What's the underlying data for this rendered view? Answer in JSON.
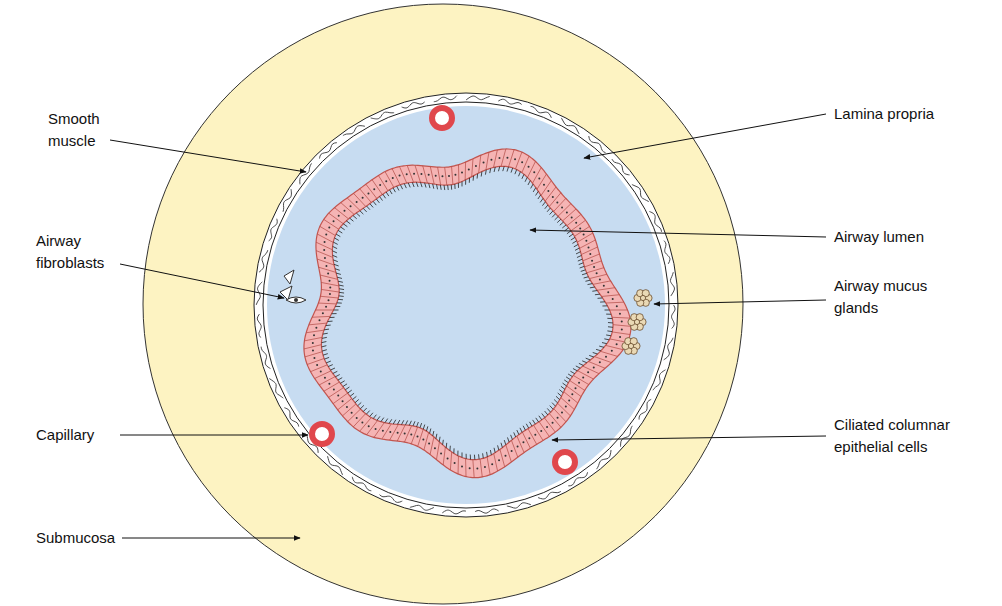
{
  "diagram": {
    "labels": [
      "Smooth muscle",
      "Lamina propria",
      "Airway lumen",
      "Airway fibroblasts",
      "Airway mucus glands",
      "Capillary",
      "Ciliated columnar epithelial cells",
      "Submucosa"
    ]
  }
}
